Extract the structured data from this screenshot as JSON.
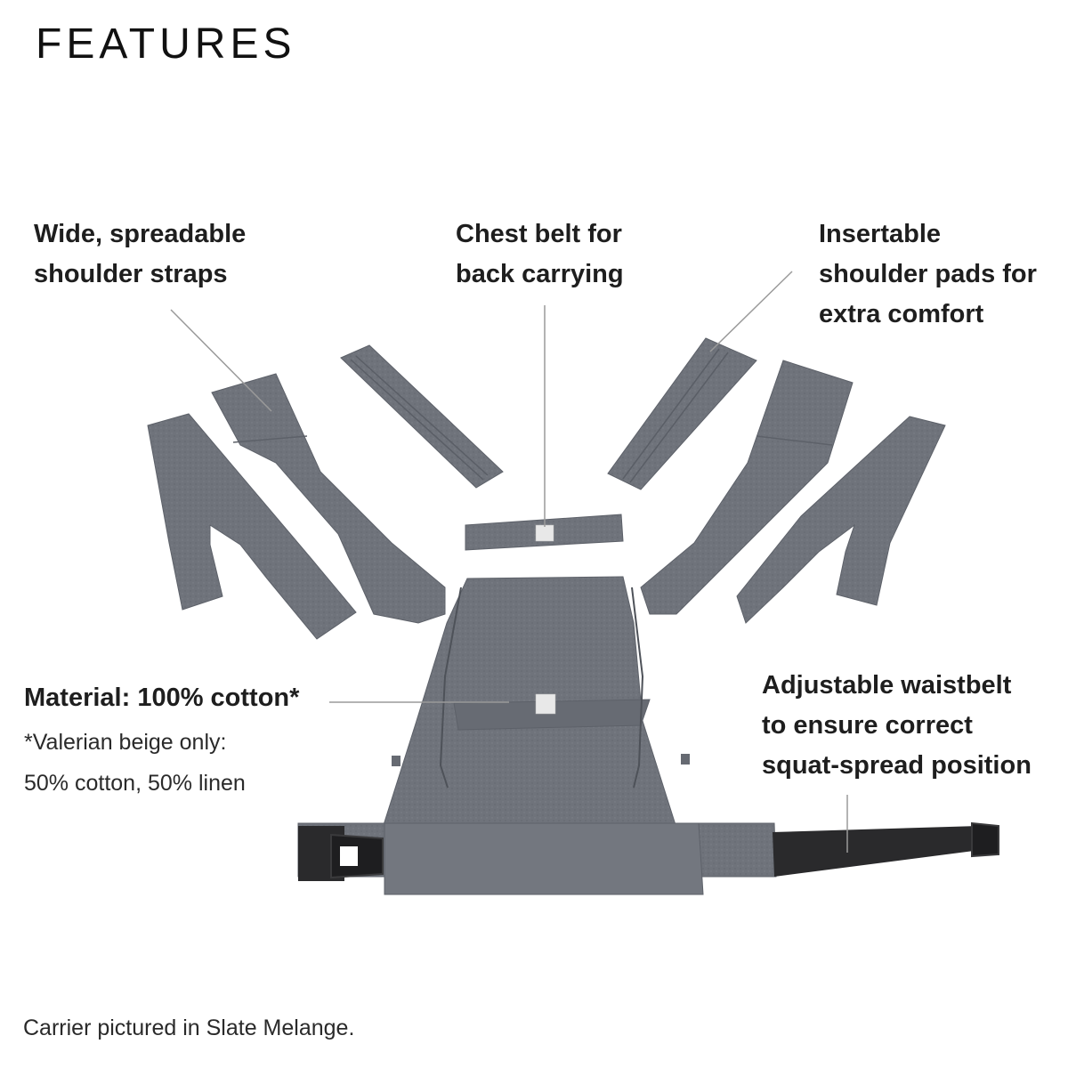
{
  "page": {
    "title": "FEATURES",
    "caption": "Carrier pictured in Slate Melange."
  },
  "callouts": {
    "shoulder_straps": {
      "lines": [
        "Wide, spreadable",
        "shoulder straps"
      ]
    },
    "chest_belt": {
      "lines": [
        "Chest belt for",
        "back carrying"
      ]
    },
    "shoulder_pads": {
      "lines": [
        "Insertable",
        "shoulder pads for",
        "extra comfort"
      ]
    },
    "material": {
      "lines": [
        "Material: 100% cotton*"
      ],
      "note_lines": [
        "*Valerian beige only:",
        "50% cotton, 50% linen"
      ]
    },
    "waistbelt": {
      "lines": [
        "Adjustable waistbelt",
        "to ensure correct",
        "squat-spread position"
      ]
    }
  },
  "colors": {
    "fabric": "#6f737b",
    "fabric_dark": "#5d6169",
    "fabric_light": "#7c8088",
    "webbing": "#2a2a2c",
    "leader_line": "#9a9a9a"
  }
}
